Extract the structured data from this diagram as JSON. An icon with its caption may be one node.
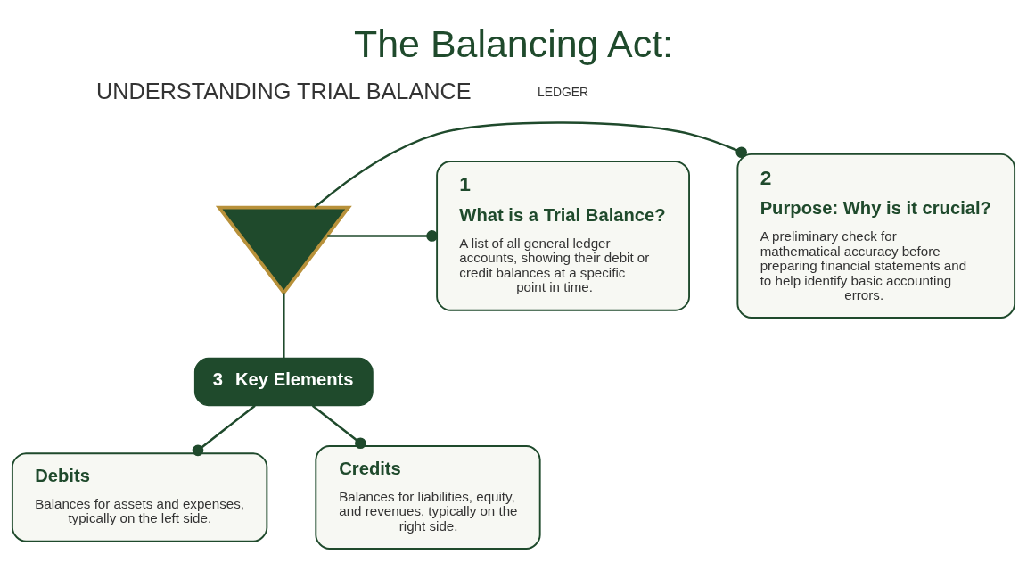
{
  "diagram": {
    "title": "The Balancing Act:",
    "nodes": [
      {
        "text": [],
        "shape": "picture"
      },
      {
        "text": [
          "1",
          "What is a Trial Balance?",
          "A list of all general ledger accounts, showing their debit or credit balances at a specific point in time."
        ]
      },
      {
        "text": [
          "2",
          "Purpose: Why is it crucial?",
          "A preliminary check for mathematical accuracy before preparing financial statements and to help identify basic accounting errors."
        ]
      },
      {
        "text": [
          "3",
          "Key Elements"
        ]
      },
      {
        "text": [
          "Debits",
          "Balances for assets and expenses, typically on the left side."
        ]
      },
      {
        "text": [
          "Credits",
          "Balances for liabilities, equity, and revenues, typically on the right side."
        ]
      }
    ],
    "edges": [
      {
        "from": 0,
        "to": 1,
        "arrow": "other"
      },
      {
        "from": 0,
        "to": 2,
        "arrow": "other"
      },
      {
        "from": 0,
        "to": 3,
        "arrow": "none"
      },
      {
        "from": 3,
        "to": 4,
        "arrow": "other"
      },
      {
        "from": 3,
        "to": 5,
        "arrow": "other"
      }
    ],
    "labels": [
      "UNDERSTANDING TRIAL BALANCE",
      "LEDGER"
    ]
  }
}
